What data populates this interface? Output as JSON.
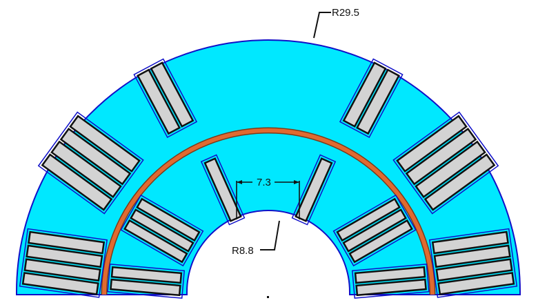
{
  "labels": {
    "outer_radius": "R29.5",
    "inner_radius": "R8.8",
    "gap_width": "7.3"
  },
  "colors": {
    "background": "#ffffff",
    "stator_fill": "#00e8ff",
    "stator_outline": "#1010c8",
    "rotor_ring": "#e06a30",
    "rotor_ring_edge": "#7a3a1a",
    "magnet_fill": "#d3d3d3",
    "magnet_outline": "#111111",
    "dimension_line": "#111111"
  }
}
